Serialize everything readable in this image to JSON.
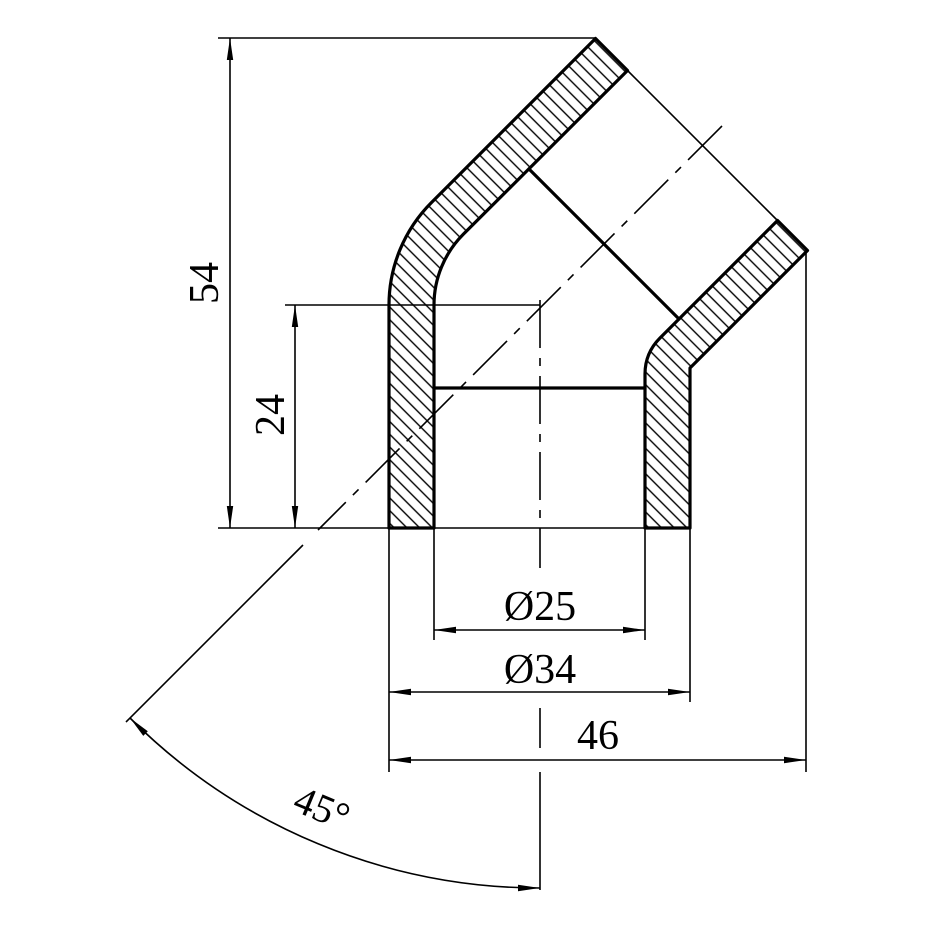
{
  "labels": {
    "overall_height": "54",
    "center_height": "24",
    "inner_diameter": "Ø25",
    "outer_diameter": "Ø34",
    "overall_width": "46",
    "bend_angle": "45°"
  },
  "colors": {
    "line": "#000000",
    "background": "#ffffff"
  }
}
